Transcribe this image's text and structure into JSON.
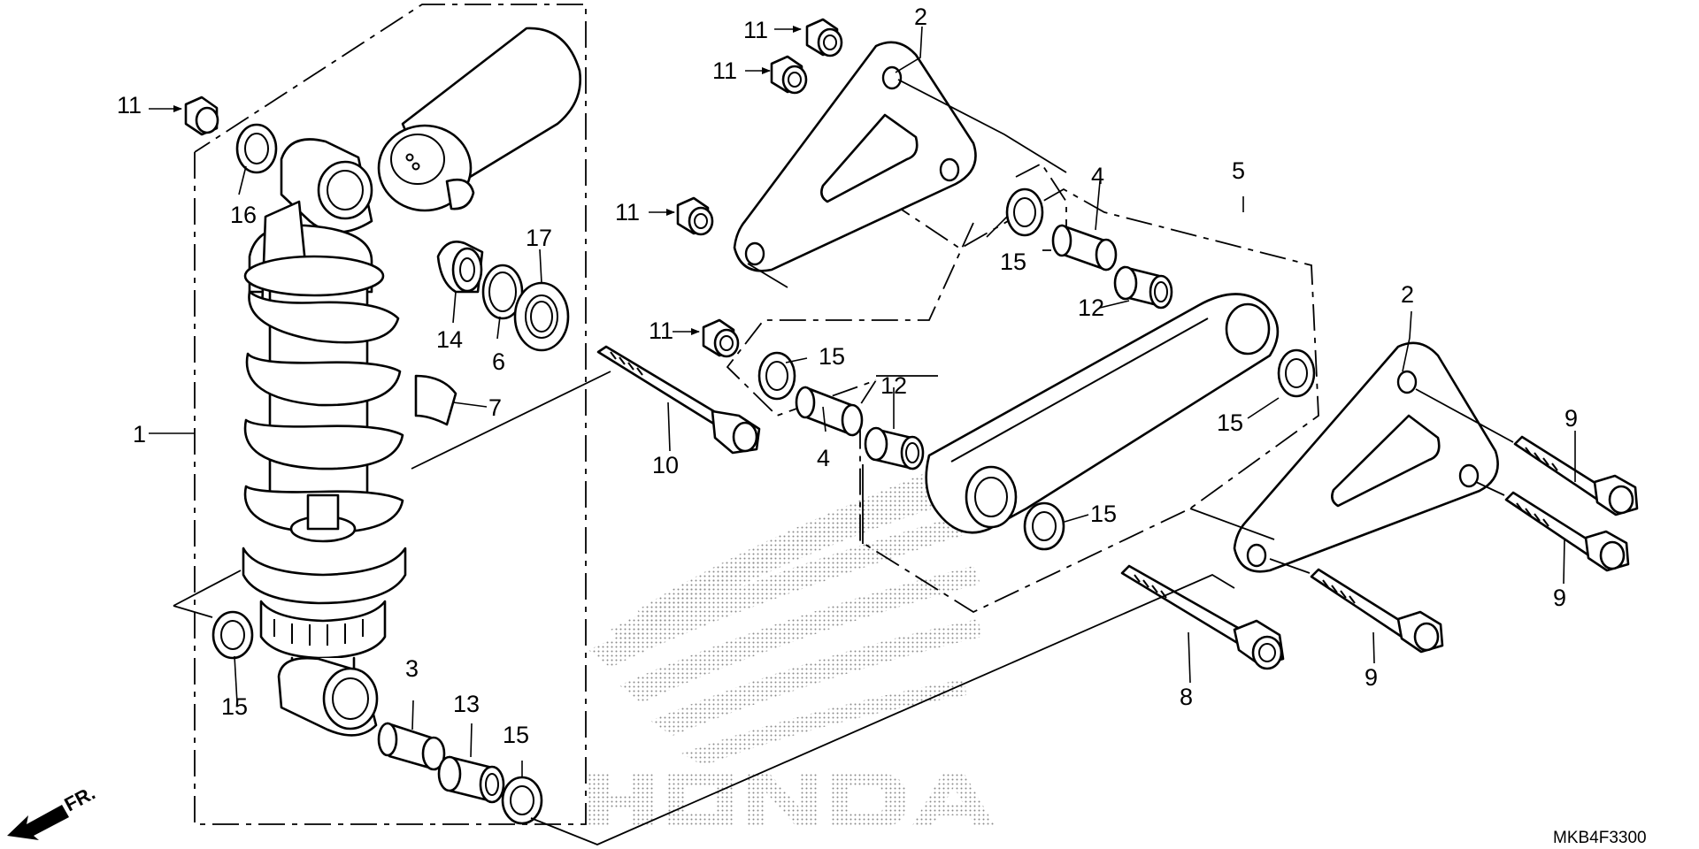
{
  "diagram_code": "MKB4F3300",
  "front_indicator": "FR.",
  "watermark_text": "HONDA",
  "callouts": {
    "c1": "1",
    "c2a": "2",
    "c2b": "2",
    "c3": "3",
    "c4a": "4",
    "c4b": "4",
    "c5": "5",
    "c6": "6",
    "c7": "7",
    "c8": "8",
    "c9a": "9",
    "c9b": "9",
    "c9c": "9",
    "c10": "10",
    "c11a": "11",
    "c11b": "11",
    "c11c": "11",
    "c11d": "11",
    "c11e": "11",
    "c12a": "12",
    "c12b": "12",
    "c13": "13",
    "c14": "14",
    "c15a": "15",
    "c15b": "15",
    "c15c": "15",
    "c15d": "15",
    "c15e": "15",
    "c15f": "15",
    "c16": "16",
    "c17": "17"
  }
}
